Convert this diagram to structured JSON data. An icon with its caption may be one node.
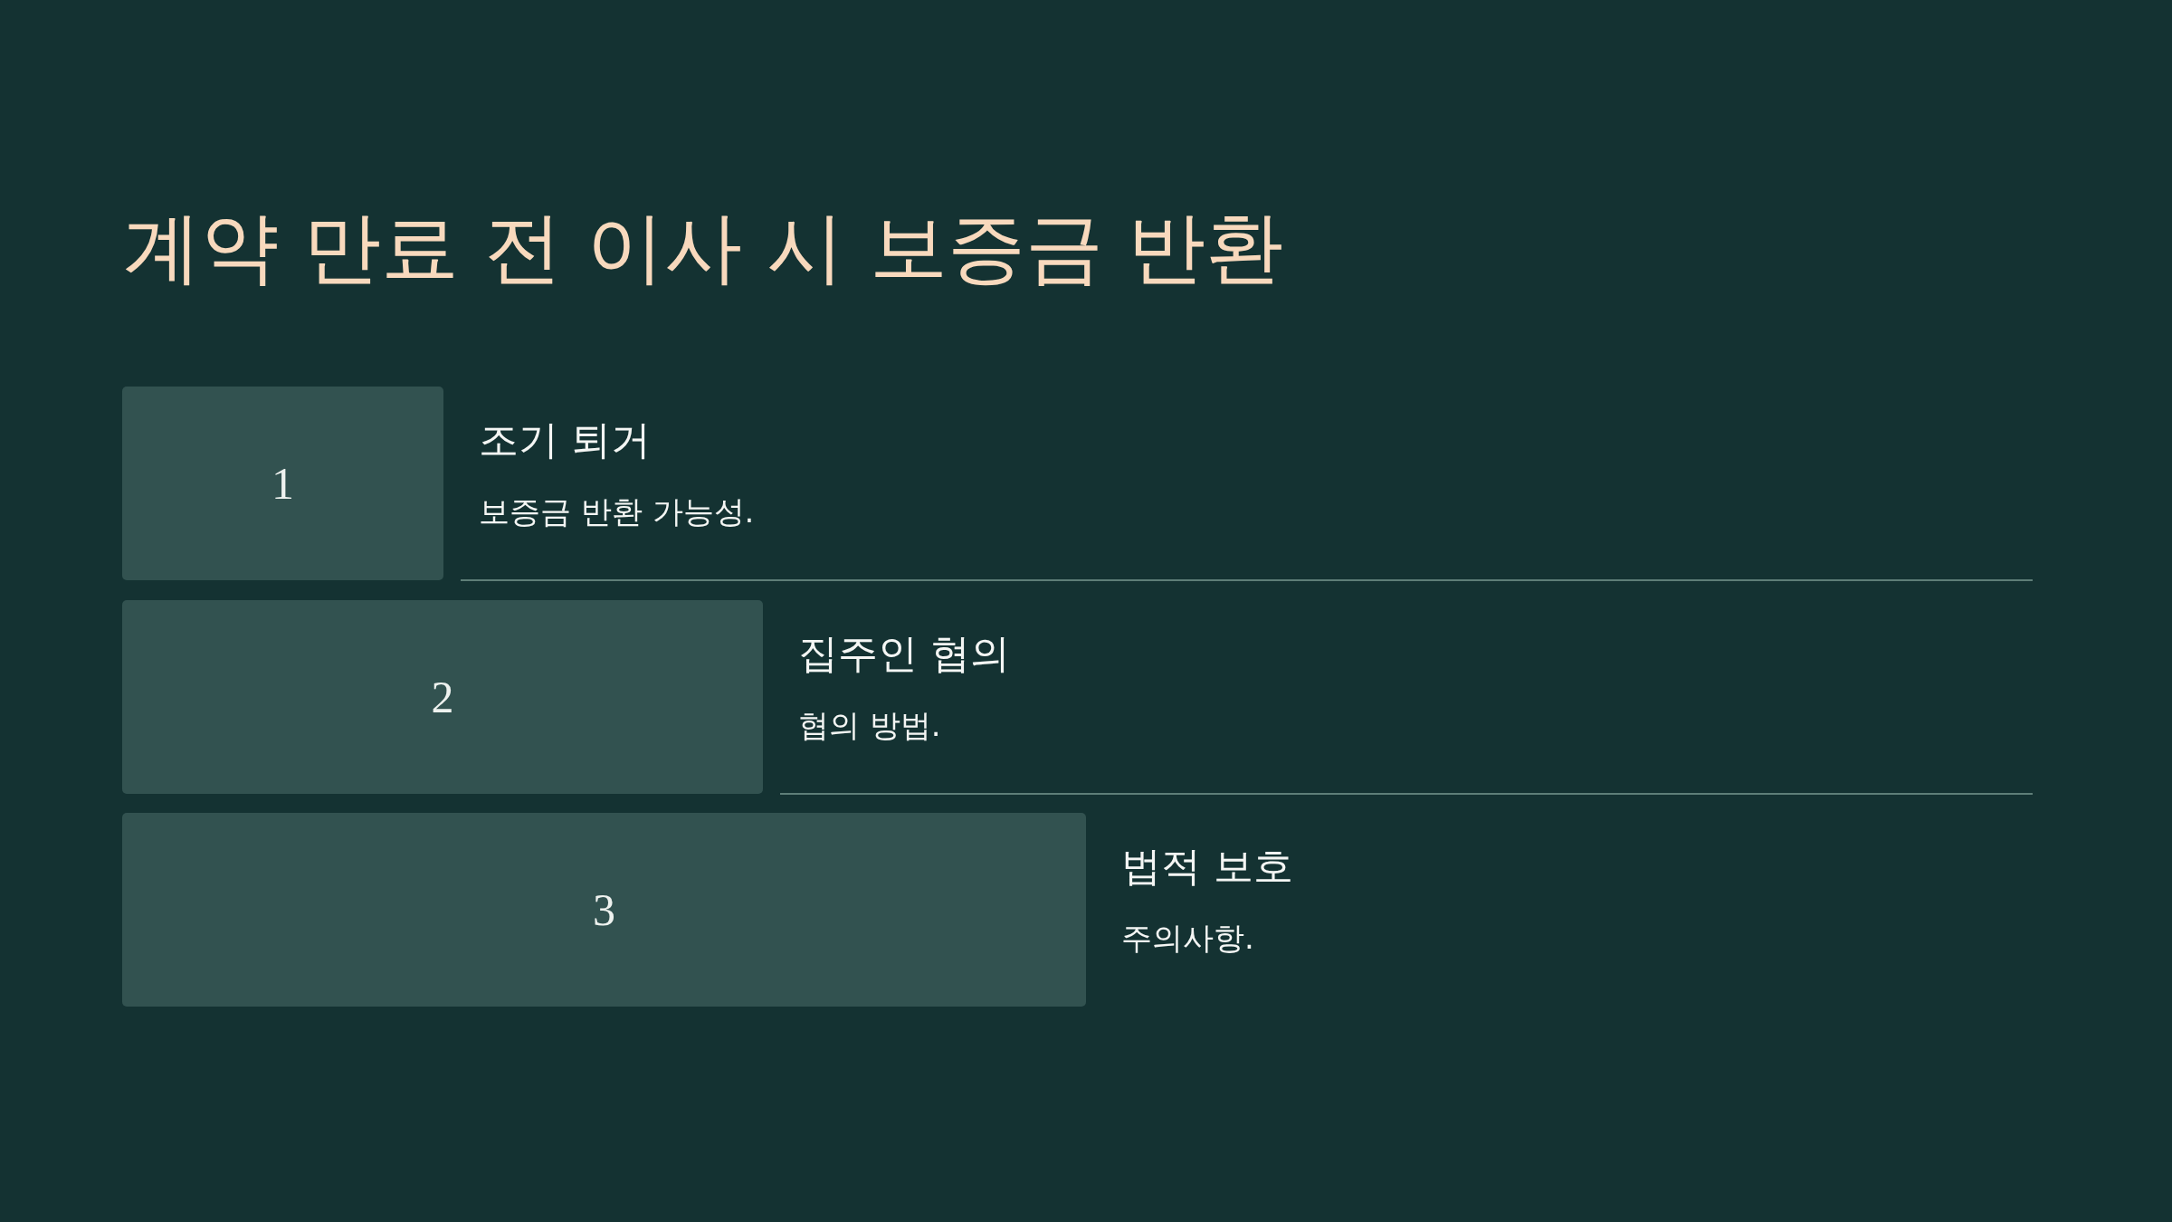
{
  "diagram": {
    "title": "계약 만료 전 이사 시 보증금 반환",
    "nodes": [
      {
        "text": [
          "1"
        ],
        "beside": [
          "조기 퇴거",
          "보증금 반환 가능성."
        ]
      },
      {
        "text": [
          "2"
        ],
        "beside": [
          "집주인 협의",
          "협의 방법."
        ]
      },
      {
        "text": [
          "3"
        ],
        "beside": [
          "법적 보호",
          "주의사항."
        ]
      }
    ]
  }
}
